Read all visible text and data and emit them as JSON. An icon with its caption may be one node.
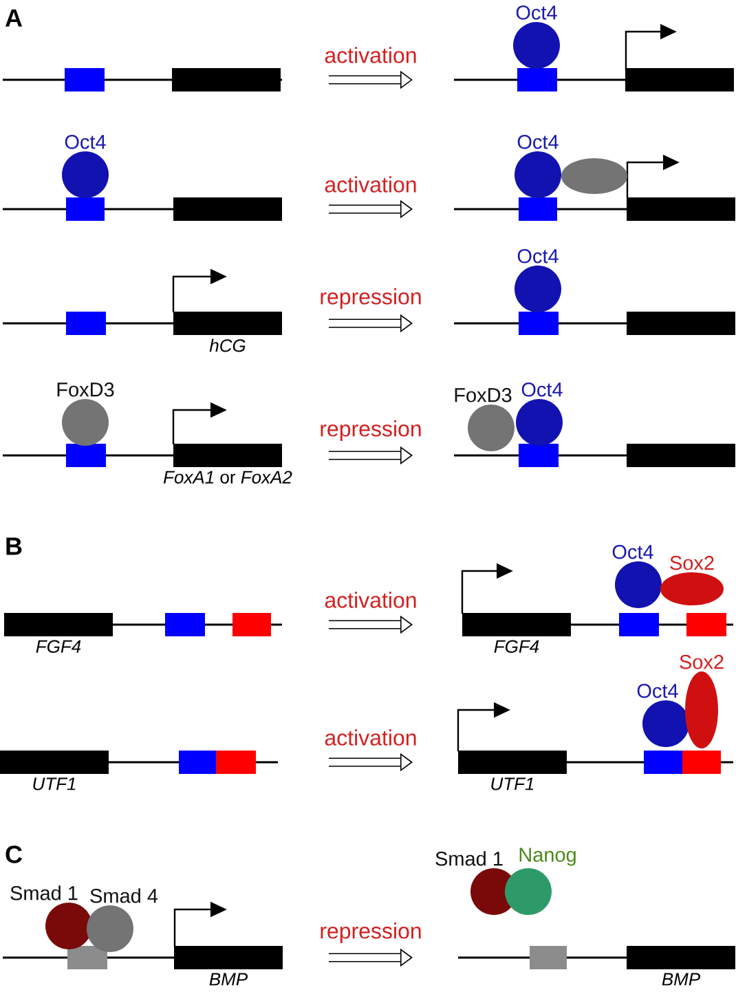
{
  "diagram": {
    "nodes": [
      {
        "text": [],
        "shape": "box"
      },
      {
        "text": [
          "Oct4"
        ]
      },
      {
        "text": [],
        "shape": "box"
      },
      {
        "text": [
          "Oct4"
        ]
      },
      {
        "text": [],
        "shape": "box"
      },
      {
        "text": [
          "Oct4"
        ]
      },
      {
        "text": [],
        "shape": "ellipse"
      },
      {
        "text": [],
        "shape": "box"
      },
      {
        "text": [
          "hCG"
        ]
      },
      {
        "text": [
          "Oct4"
        ]
      },
      {
        "text": [],
        "shape": "box"
      },
      {
        "text": [
          "FoxD3"
        ]
      },
      {
        "text": [
          "*FoxA1* or *FoxA2*"
        ]
      },
      {
        "text": [
          "FoxD3"
        ]
      },
      {
        "text": [
          "Oct4"
        ]
      },
      {
        "text": [],
        "shape": "box"
      },
      {
        "text": [
          "FGF4"
        ]
      },
      {
        "text": [
          "FGF4"
        ]
      },
      {
        "text": [
          "Oct4"
        ]
      },
      {
        "text": [
          "Sox2"
        ]
      },
      {
        "text": [
          "UTF1"
        ]
      },
      {
        "text": [
          "UTF1"
        ]
      },
      {
        "text": [
          "Oct4"
        ]
      },
      {
        "text": [
          "Sox2"
        ]
      },
      {
        "text": [
          "Smad 1"
        ]
      },
      {
        "text": [
          "Smad 4"
        ]
      },
      {
        "text": [
          "BMP"
        ]
      },
      {
        "text": [
          "Smad 1"
        ]
      },
      {
        "text": [
          "Nanog"
        ]
      },
      {
        "text": [
          "BMP"
        ]
      }
    ],
    "labels": [
      "A",
      "activation",
      "activation",
      "repression",
      "repression",
      "B",
      "activation",
      "activation",
      "C",
      "repression"
    ]
  }
}
